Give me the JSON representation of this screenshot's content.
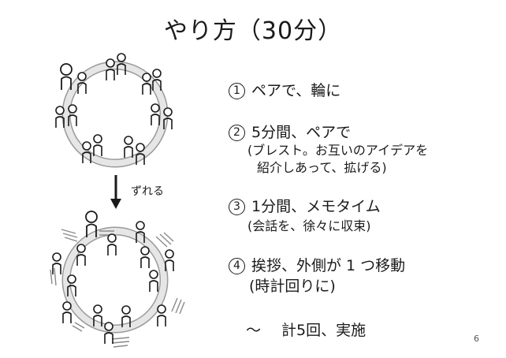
{
  "slide": {
    "title": "やり方（30分）",
    "page_number": "6"
  },
  "diagram": {
    "shift_label": "ずれる"
  },
  "steps": [
    {
      "marker": "1",
      "text": "ペアで、輪に"
    },
    {
      "marker": "2",
      "text": "5分間、ペアで",
      "sub1": "(ブレスト。お互いのアイデアを",
      "sub2": "紹介しあって、拡げる)"
    },
    {
      "marker": "3",
      "text": "1分間、メモタイム",
      "sub1": "(会話を、徐々に収束)"
    },
    {
      "marker": "4",
      "text": "挨拶、外側が 1 つ移動",
      "sub1": "(時計回りに)"
    }
  ],
  "summary": {
    "tilde": "〜",
    "text": "計5回、実施"
  }
}
